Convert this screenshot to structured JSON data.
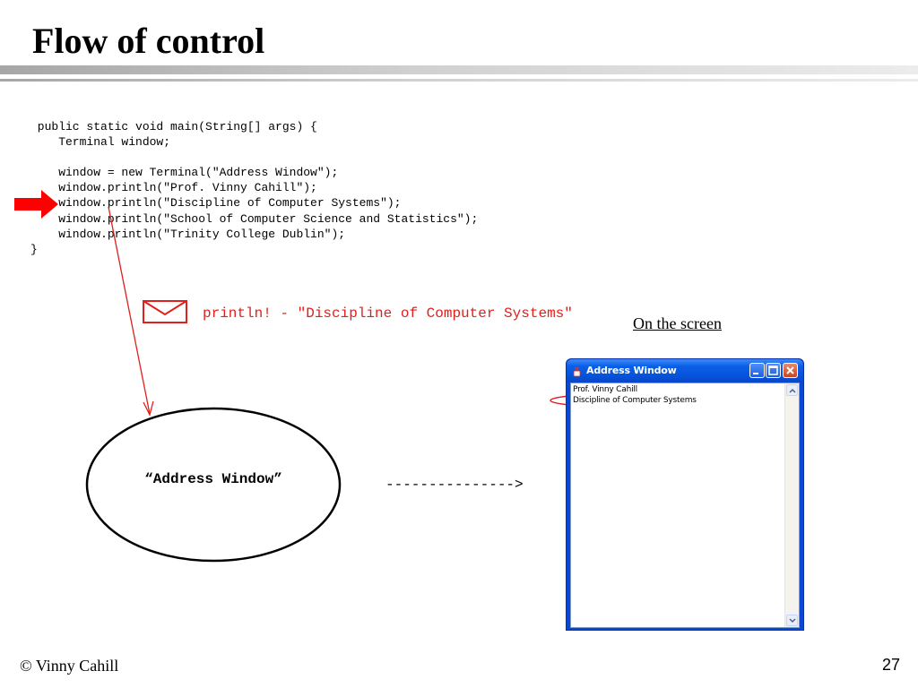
{
  "slide": {
    "title": "Flow of control",
    "code_lines": [
      " public static void main(String[] args) {",
      "    Terminal window;",
      "",
      "    window = new Terminal(\"Address Window\");",
      "    window.println(\"Prof. Vinny Cahill\");",
      "    window.println(\"Discipline of Computer Systems\");",
      "    window.println(\"School of Computer Science and Statistics\");",
      "    window.println(\"Trinity College Dublin\");",
      "}"
    ],
    "message_text": "println! - \"Discipline of Computer Systems\"",
    "on_screen_label": "On the screen",
    "object_label": "“Address Window”",
    "dashed_arrow_text": "--------------->",
    "footer_left": "© Vinny Cahill",
    "page_number": "27",
    "colors": {
      "accent": "#e0201c",
      "titlebar": "#0a5fe6"
    }
  },
  "terminal": {
    "title": "Address Window",
    "lines": [
      "Prof. Vinny Cahill",
      "Discipline of Computer Systems"
    ],
    "icons": [
      "java-cup-icon",
      "minimize-icon",
      "maximize-icon",
      "close-icon"
    ]
  }
}
